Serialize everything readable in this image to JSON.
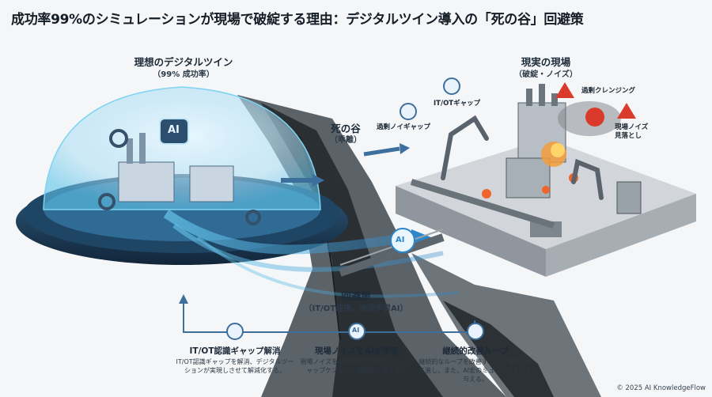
{
  "title": "成功率99%のシミュレーションが現場で破綻する理由：デジタルツイン導入の「死の谷」回避策",
  "ideal": {
    "title": "理想のデジタルツイン",
    "subtitle": "（99% 成功率）",
    "ai_badge": "AI"
  },
  "reality": {
    "title": "現実の現場",
    "subtitle": "（破綻・ノイズ）"
  },
  "valley": {
    "title": "死の谷",
    "subtitle": "（乖離）"
  },
  "callouts": {
    "it_ot_gap": "IT/OTギャップ",
    "overfit_gap": "過剰ノイギャップ",
    "overcleansing": "過剰クレンジング",
    "noise_miss": "現場ノイズ\n見落とし"
  },
  "avoid": {
    "title": "回避策",
    "subtitle": "（IT/OT連携，継続学習AI）",
    "bridge_badge": "AI"
  },
  "steps": [
    {
      "title": "IT/OT認識ギャップ解消",
      "desc": "IT/OT認識ギャップを解消、デジタルツーションが実現しさせて解減化する。"
    },
    {
      "title": "現場ノイズをAIが学習",
      "desc": "現場ノイズをAIが学習に採得したり、ギャップケンをAIが継続的学習する。"
    },
    {
      "title": "継続的改善ループ",
      "desc": "継続的なループを改善すると、増続改善に進し、また、AI宏のミュレーションを与える。"
    }
  ],
  "step_icons": {
    "ai_label": "AI"
  },
  "copyright": "© 2025 AI KnowledgeFlow",
  "colors": {
    "accent": "#3d6f9c",
    "dome": "#5ec3e8",
    "fire": "#f0642a",
    "warning": "#d93a2b"
  }
}
